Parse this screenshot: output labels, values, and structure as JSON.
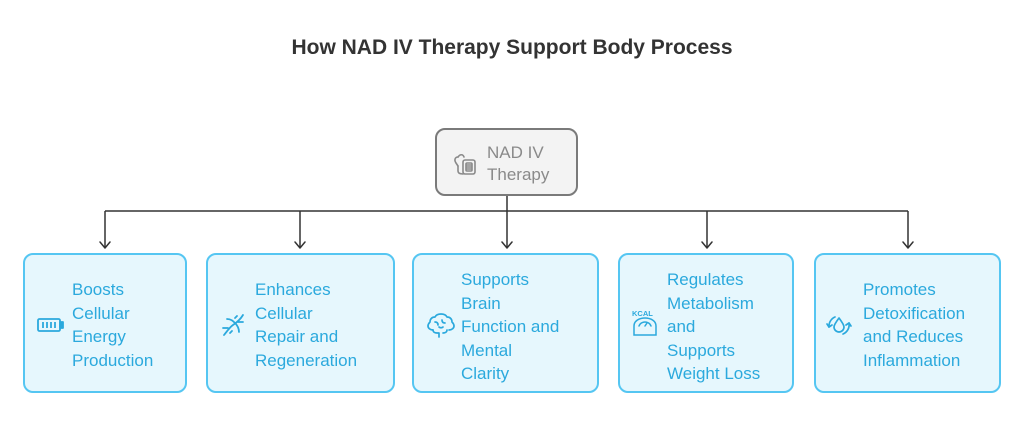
{
  "title": "How NAD IV Therapy Support Body Process",
  "root": {
    "label": "NAD IV\nTherapy",
    "icon": "iv-bag-icon"
  },
  "children": [
    {
      "label": "Boosts\nCellular\nEnergy\nProduction",
      "icon": "battery-icon"
    },
    {
      "label": "Enhances\nCellular\nRepair and\nRegeneration",
      "icon": "dna-icon"
    },
    {
      "label": "Supports\nBrain\nFunction and\nMental\nClarity",
      "icon": "brain-icon"
    },
    {
      "label": "Regulates\nMetabolism\nand\nSupports\nWeight Loss",
      "icon": "kcal-scale-icon",
      "icon_text": "KCAL"
    },
    {
      "label": "Promotes\nDetoxification\nand Reduces\nInflammation",
      "icon": "detox-drop-icon"
    }
  ],
  "colors": {
    "root_fill": "#f3f3f3",
    "root_border": "#7a7a7a",
    "child_fill": "#e6f7fd",
    "child_border": "#55c6f2",
    "child_text": "#2ba9dd",
    "connector": "#333333"
  }
}
